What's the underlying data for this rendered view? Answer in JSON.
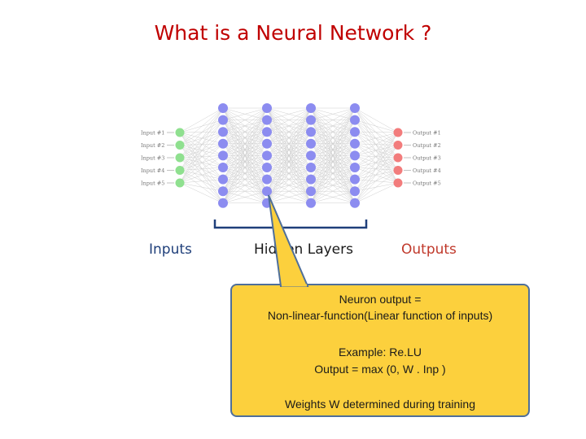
{
  "title": "What is a Neural Network ?",
  "network": {
    "input_labels": [
      "Input #1",
      "Input #2",
      "Input #3",
      "Input #4",
      "Input #5"
    ],
    "output_labels": [
      "Output #1",
      "Output #2",
      "Output #3",
      "Output #4",
      "Output #5"
    ],
    "input_color": "#8fe08f",
    "hidden_color": "#8c8cf0",
    "output_color": "#f27c7c",
    "edge_color": "#cfcfcf"
  },
  "labels": {
    "inputs": "Inputs",
    "hidden": "Hidden Layers",
    "outputs": "Outputs"
  },
  "callout": {
    "line1": "Neuron output =",
    "line2": "Non-linear-function(Linear function of inputs)",
    "line3": "Example: Re.LU",
    "line4": "Output = max (0, W . Inp )",
    "line5": "Weights W determined during training",
    "fill": "#fcd03d",
    "border": "#4f6f9a"
  }
}
